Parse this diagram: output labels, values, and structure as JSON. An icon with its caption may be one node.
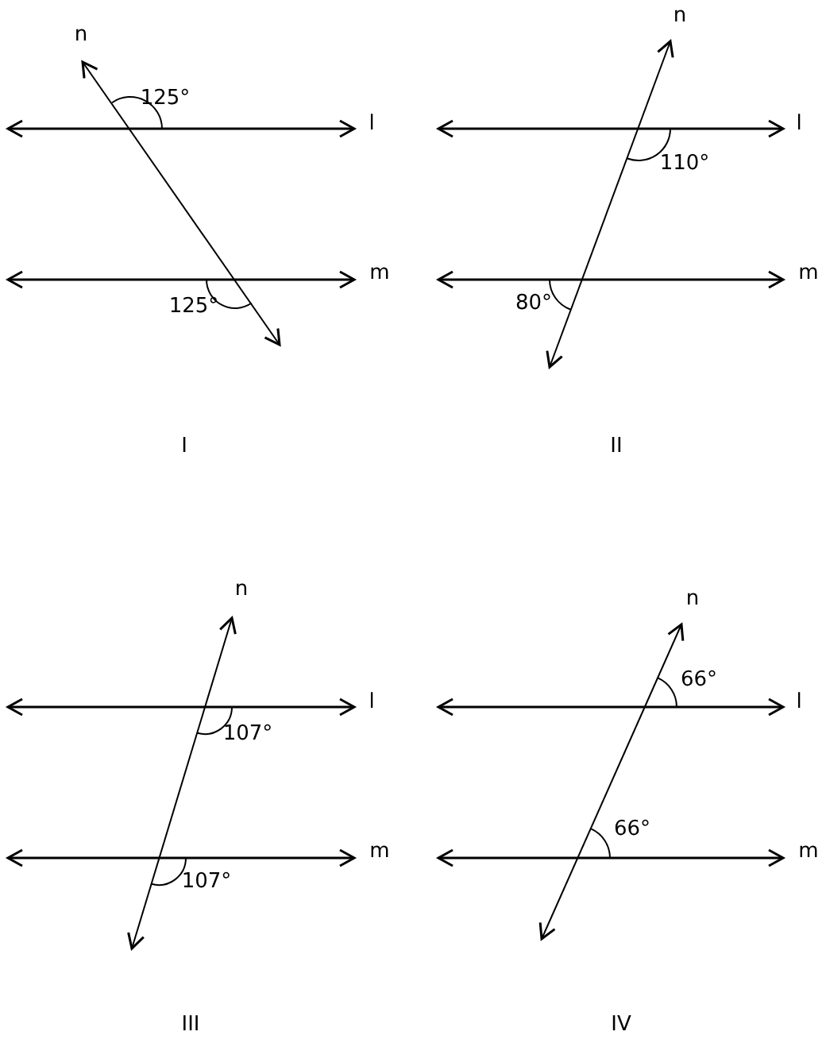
{
  "diagram": {
    "labels": [
      "n",
      "125°",
      "l",
      "m",
      "125°",
      "I",
      "n",
      "l",
      "110°",
      "m",
      "80°",
      "II",
      "n",
      "l",
      "107°",
      "m",
      "107°",
      "III",
      "n",
      "66°",
      "l",
      "66°",
      "m",
      "IV"
    ]
  }
}
